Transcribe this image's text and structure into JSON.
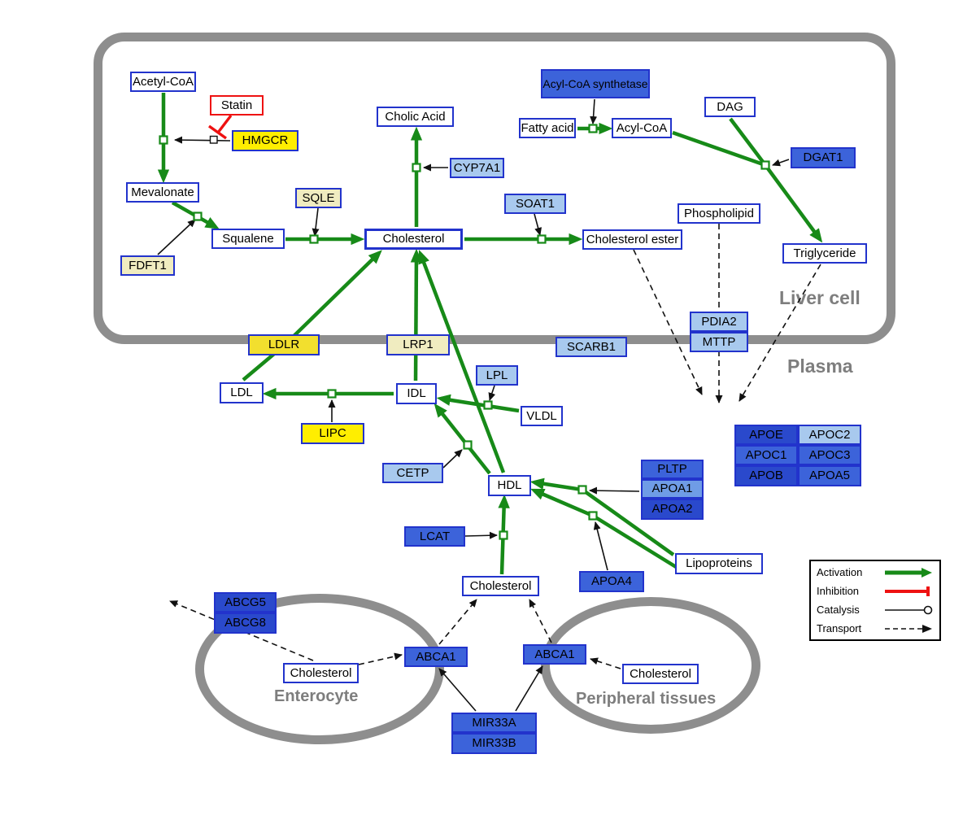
{
  "palette": {
    "activation_green": "#178a18",
    "inhibition_red": "#ee1111",
    "metabolite_border_blue": "#2233cc",
    "gene_yellow": "#ffee00",
    "gene_pale_yellow": "#f0ecc0",
    "gene_blue": "#3c63da",
    "gene_dark_blue": "#2a49cc",
    "gene_light_blue": "#a8c9ee",
    "membrane_gray": "#8e8e8e"
  },
  "compartments": {
    "liver": "Liver cell",
    "plasma": "Plasma",
    "enterocyte": "Enterocyte",
    "peripheral": "Peripheral tissues"
  },
  "nodes": {
    "acetyl_coa": "Acetyl-CoA",
    "statin": "Statin",
    "hmgcr": "HMGCR",
    "mevalonate": "Mevalonate",
    "sqle": "SQLE",
    "fdft1": "FDFT1",
    "squalene": "Squalene",
    "cholesterol_liver": "Cholesterol",
    "cholic_acid": "Cholic Acid",
    "cyp7a1": "CYP7A1",
    "soat1": "SOAT1",
    "cholesterol_ester": "Cholesterol ester",
    "acyl_coa_synthetase": "Acyl-CoA synthetase",
    "fatty_acid": "Fatty acid",
    "acyl_coa": "Acyl-CoA",
    "dag": "DAG",
    "dgat1": "DGAT1",
    "phospholipid": "Phospholipid",
    "triglyceride": "Triglyceride",
    "ldlr": "LDLR",
    "lrp1": "LRP1",
    "scarb1": "SCARB1",
    "pdia2": "PDIA2",
    "mttp": "MTTP",
    "ldl": "LDL",
    "idl": "IDL",
    "lpl": "LPL",
    "vldl": "VLDL",
    "lipc": "LIPC",
    "cetp": "CETP",
    "hdl": "HDL",
    "pltp": "PLTP",
    "apoa1": "APOA1",
    "apoa2": "APOA2",
    "lcat": "LCAT",
    "apoa4": "APOA4",
    "lipoproteins": "Lipoproteins",
    "apoe": "APOE",
    "apoc2": "APOC2",
    "apoc1": "APOC1",
    "apoc3": "APOC3",
    "apob": "APOB",
    "apoa5": "APOA5",
    "cholesterol_plasma": "Cholesterol",
    "abcg5": "ABCG5",
    "abcg8": "ABCG8",
    "cholesterol_enterocyte": "Cholesterol",
    "abca1_enterocyte": "ABCA1",
    "abca1_peripheral": "ABCA1",
    "cholesterol_peripheral": "Cholesterol",
    "mir33a": "MIR33A",
    "mir33b": "MIR33B"
  },
  "legend": {
    "items": [
      "Activation",
      "Inhibition",
      "Catalysis",
      "Transport"
    ]
  }
}
